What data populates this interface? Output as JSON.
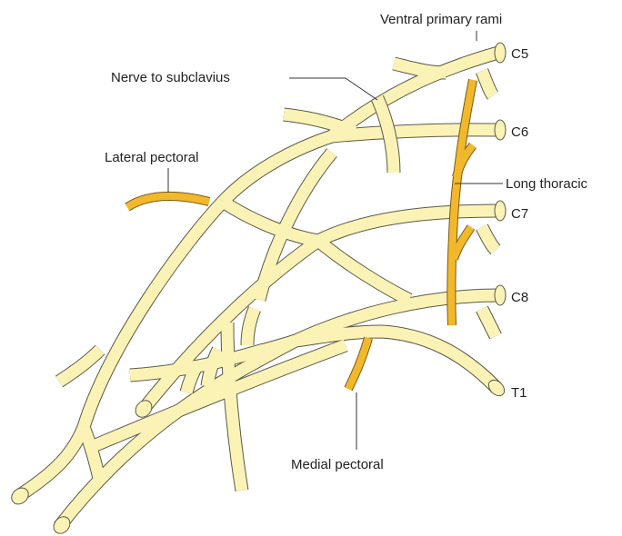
{
  "labels": {
    "ventral_primary_rami": "Ventral primary rami",
    "c5": "C5",
    "c6": "C6",
    "c7": "C7",
    "c8": "C8",
    "t1": "T1",
    "nerve_to_subclavius": "Nerve to subclavius",
    "lateral_pectoral": "Lateral pectoral",
    "long_thoracic": "Long thoracic",
    "medial_pectoral": "Medial pectoral"
  },
  "colors": {
    "nerve_fill": "#fbf2b5",
    "nerve_outline": "#5a5a48",
    "highlight_fill": "#f2b82c",
    "highlight_outline": "#7a5a14",
    "text": "#222222",
    "background": "#ffffff"
  }
}
